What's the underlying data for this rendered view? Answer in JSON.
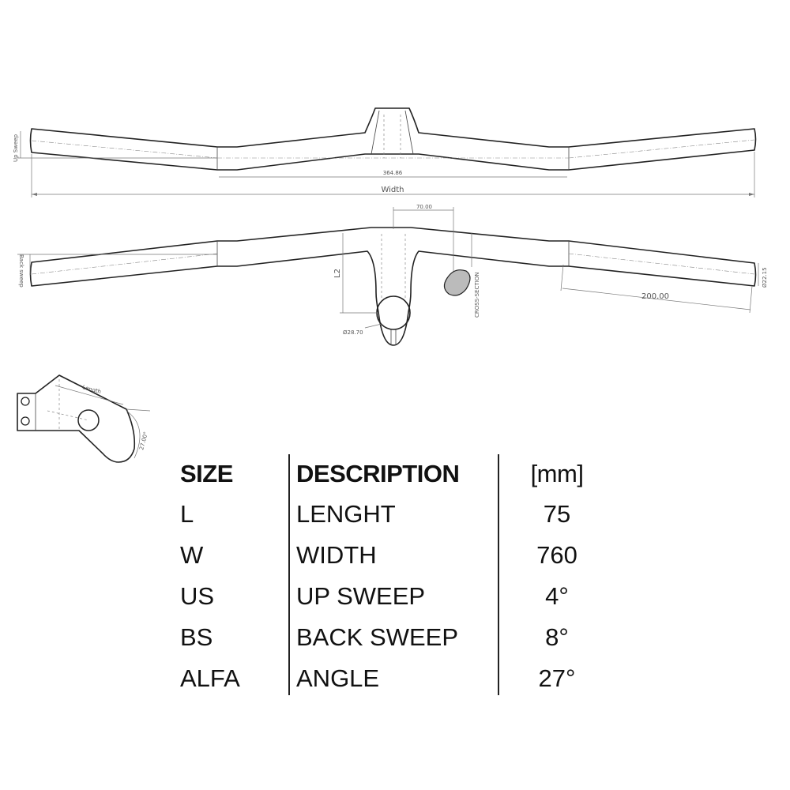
{
  "drawing": {
    "front_view": {
      "up_sweep_label": "Up Sweep",
      "inner_dim": "364.86",
      "width_label": "Width"
    },
    "top_view": {
      "stem_dim": "70.00",
      "back_sweep_label": "Back sweep",
      "l2_label": "L2",
      "cross_section_label": "CROSS-SECTION",
      "steerer_dim": "Ø28.70",
      "grip_dim": "200.00",
      "bar_dia_dim": "Ø22.15"
    },
    "side_view": {
      "length_label": "Length",
      "angle_dim": "27.00°"
    }
  },
  "table": {
    "headers": {
      "size": "SIZE",
      "description": "DESCRIPTION",
      "unit": "[mm]"
    },
    "rows": [
      {
        "size": "L",
        "description": "LENGHT",
        "value": "75"
      },
      {
        "size": "W",
        "description": "WIDTH",
        "value": "760"
      },
      {
        "size": "US",
        "description": "UP SWEEP",
        "value": "4°"
      },
      {
        "size": "BS",
        "description": "BACK SWEEP",
        "value": "8°"
      },
      {
        "size": "ALFA",
        "description": "ANGLE",
        "value": "27°"
      }
    ]
  }
}
